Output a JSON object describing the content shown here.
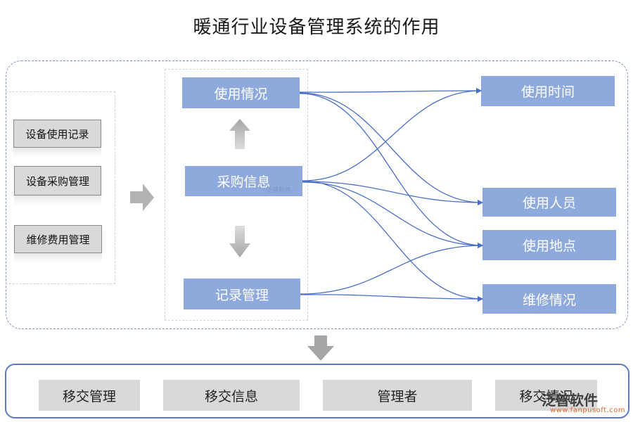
{
  "title": "暖通行业设备管理系统的作用",
  "left_items": [
    "设备使用记录",
    "设备采购管理",
    "维修费用管理"
  ],
  "middle_items": [
    "使用情况",
    "采购信息",
    "记录管理"
  ],
  "right_items": [
    "使用时间",
    "使用人员",
    "使用地点",
    "维修情况"
  ],
  "bottom_items": [
    "移交管理",
    "移交信息",
    "管理者",
    "移交情况"
  ],
  "watermark": {
    "brand": "泛普软件",
    "url": "www.fanpusoft.com",
    "small": "泛普软件"
  },
  "colors": {
    "accent": "#8ea9db",
    "connector": "#4a6fc7",
    "border": "#5b79c2",
    "box_gray": "#d9d9d9",
    "arrow_gray": "#b3b3b3"
  },
  "connections": [
    {
      "from": "使用情况",
      "to": "使用时间"
    },
    {
      "from": "使用情况",
      "to": "使用人员"
    },
    {
      "from": "使用情况",
      "to": "使用地点"
    },
    {
      "from": "采购信息",
      "to": "使用时间"
    },
    {
      "from": "采购信息",
      "to": "使用人员"
    },
    {
      "from": "采购信息",
      "to": "使用地点"
    },
    {
      "from": "采购信息",
      "to": "维修情况"
    },
    {
      "from": "记录管理",
      "to": "使用地点"
    },
    {
      "from": "记录管理",
      "to": "维修情况"
    }
  ]
}
